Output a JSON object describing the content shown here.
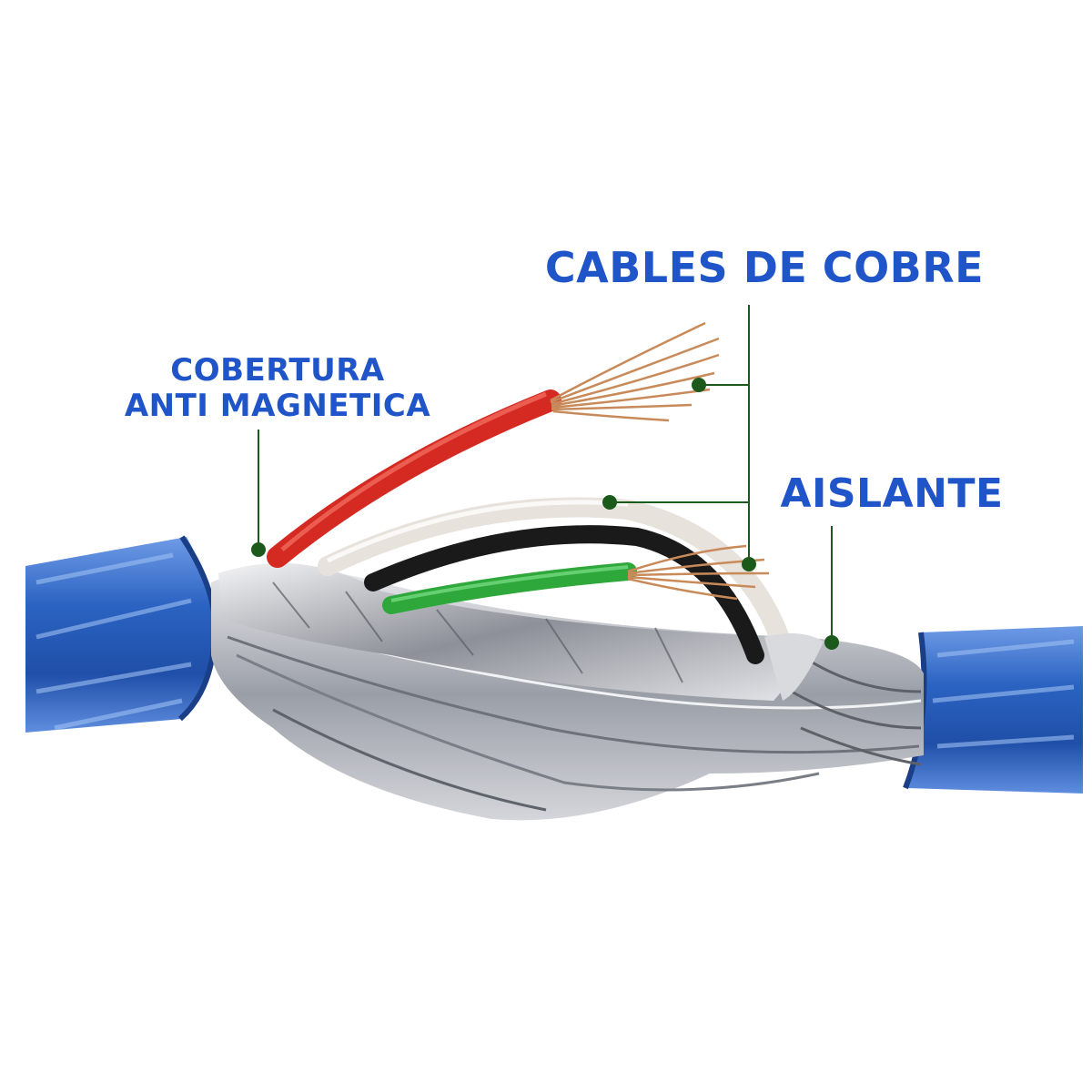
{
  "labels": {
    "copper": "CABLES DE COBRE",
    "shield_line1": "COBERTURA",
    "shield_line2": "ANTI MAGNETICA",
    "insulation": "AISLANTE"
  },
  "colors": {
    "label_text": "#1f55c9",
    "callout": "#1c5a1c",
    "jacket": "#2b63c2",
    "wire_red": "#d42a22",
    "wire_white": "#e8e2dc",
    "wire_black": "#1a1a1a",
    "wire_green": "#2fa83b",
    "copper": "#c98a5a",
    "shield": "#a9acb2"
  }
}
